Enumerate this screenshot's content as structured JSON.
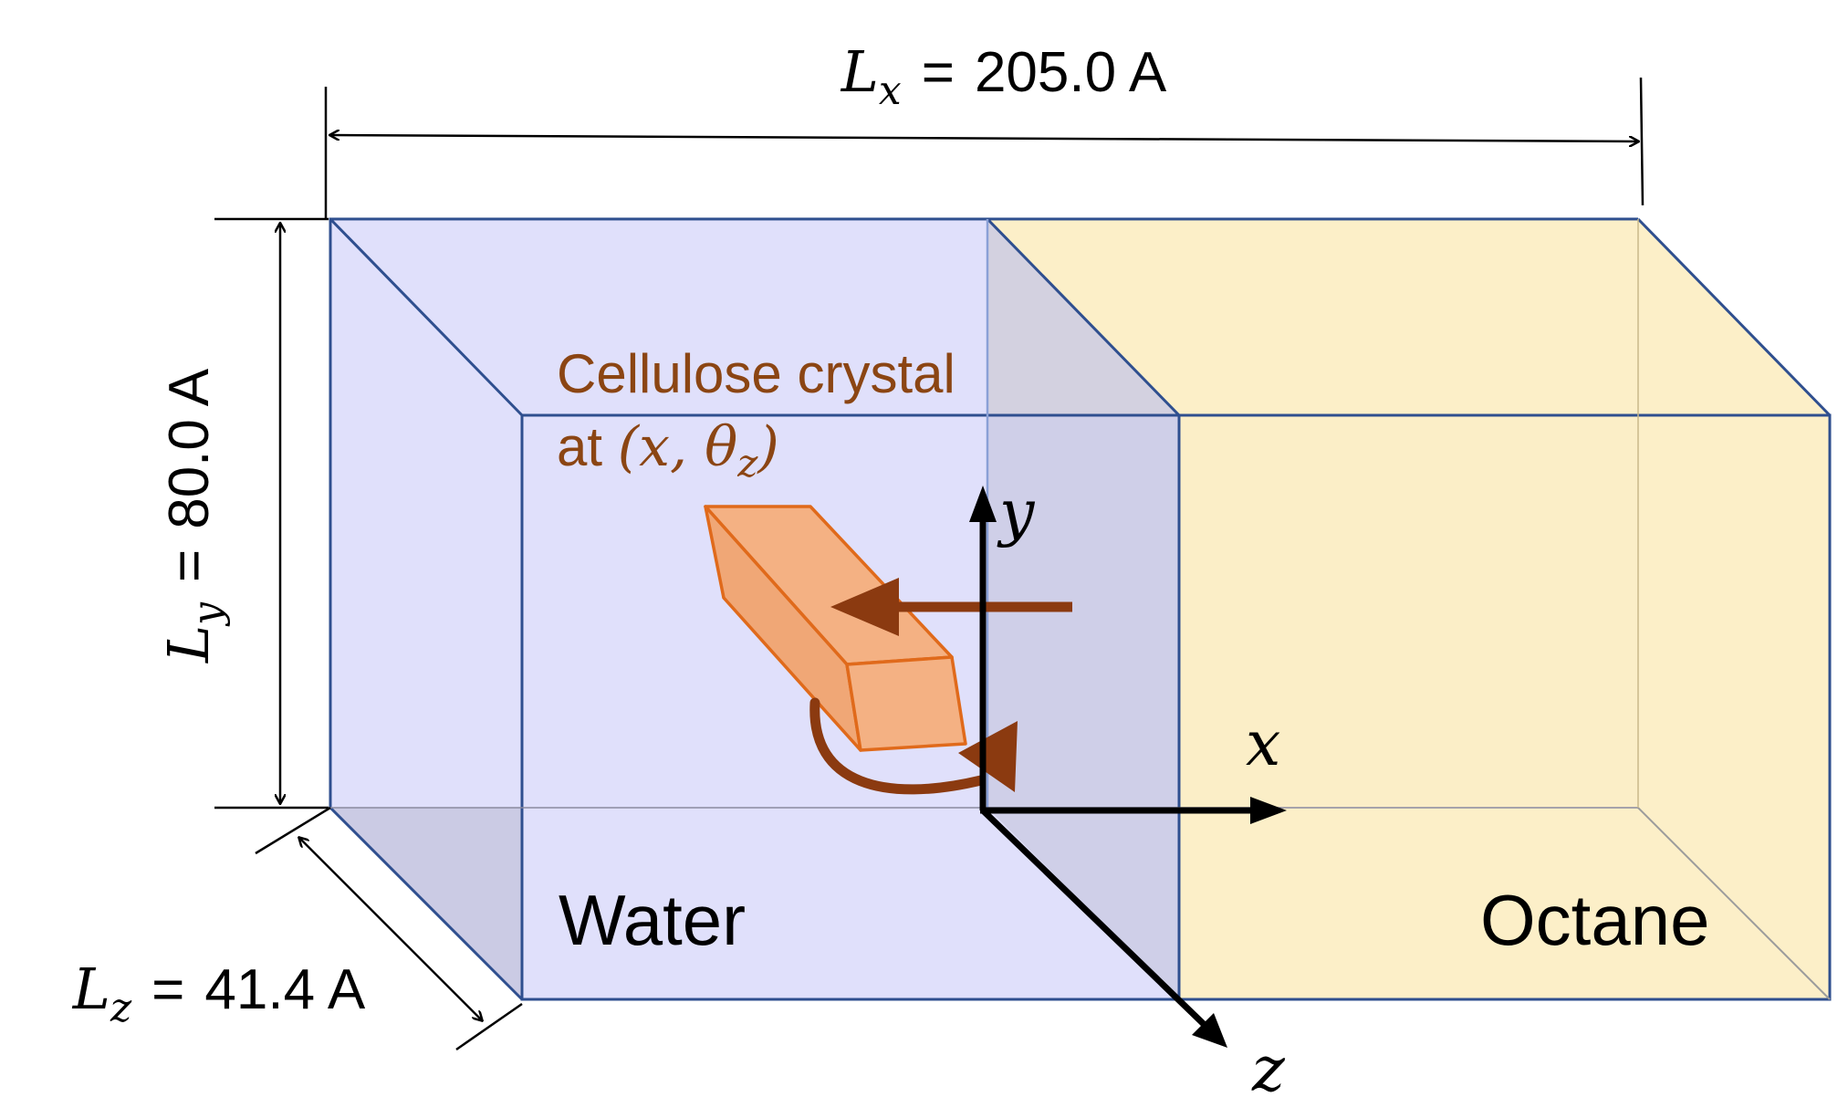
{
  "dimensions": {
    "lx": {
      "var": "L",
      "sub": "x",
      "eq": "=",
      "value": "205.0 A"
    },
    "ly": {
      "var": "L",
      "sub": "y",
      "eq": "=",
      "value": "80.0 A"
    },
    "lz": {
      "var": "L",
      "sub": "z",
      "eq": "=",
      "value": "41.4 A"
    }
  },
  "regions": {
    "water": "Water",
    "octane": "Octane"
  },
  "crystal": {
    "label_line1": "Cellulose crystal",
    "label_line2_prefix": "at ",
    "label_line2_math": "(x, θ",
    "label_line2_sub": "z",
    "label_line2_close": ")"
  },
  "axes": {
    "x": "x",
    "y": "y",
    "z": "z"
  },
  "colors": {
    "water_fill": "#e0e0fb",
    "water_side_fill": "#cbcbe4",
    "octane_fill": "#fcefc8",
    "box_edge": "#2f4f8f",
    "crystal_fill": "#f4b183",
    "crystal_edge": "#e06a1b",
    "crystal_text": "#8b4513",
    "arrow_brown": "#8b3a10"
  }
}
